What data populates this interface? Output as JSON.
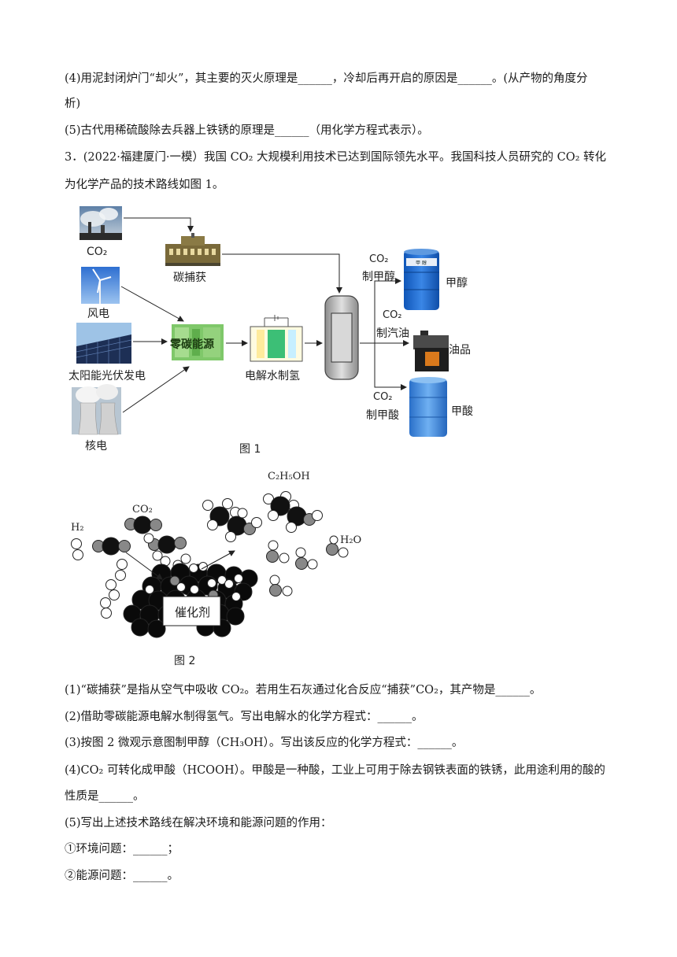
{
  "text": {
    "q4_line1": "(4)用泥封闭炉门“却火”，其主要的灭火原理是______，冷却后再开启的原因是______。(从产物的角度分",
    "q4_line2": "析)",
    "q5": "(5)古代用稀硫酸除去兵器上铁锈的原理是______（用化学方程式表示）。",
    "p3_line1": "3．(2022·福建厦门·一模）我国 CO₂ 大规模利用技术已达到国际领先水平。我国科技人员研究的 CO₂ 转化",
    "p3_line2": "为化学产品的技术路线如图 1。",
    "s1": "(1)“碳捕获”是指从空气中吸收 CO₂。若用生石灰通过化合反应“捕获”CO₂，其产物是______。",
    "s2": "(2)借助零碳能源电解水制得氢气。写出电解水的化学方程式：______。",
    "s3": "(3)按图 2 微观示意图制甲醇（CH₃OH）。写出该反应的化学方程式：______。",
    "s4_line1": "(4)CO₂ 可转化成甲酸（HCOOH）。甲酸是一种酸，工业上可用于除去钢铁表面的铁锈，此用途利用的酸的",
    "s4_line2": "性质是______。",
    "s5": "(5)写出上述技术路线在解决环境和能源问题的作用：",
    "s5a": "①环境问题：______；",
    "s5b": "②能源问题：______。"
  },
  "figure1": {
    "caption": "图 1",
    "co2": "CO₂",
    "capture": "碳捕获",
    "wind": "风电",
    "solar": "太阳能光伏发电",
    "nuclear": "核电",
    "zero_carbon": "零碳能源",
    "electrolysis": "电解水制氢",
    "route_methanol_1": "CO₂",
    "route_methanol_2": "制甲醇",
    "route_gasoline_1": "CO₂",
    "route_gasoline_2": "制汽油",
    "route_acid_1": "CO₂",
    "route_acid_2": "制甲酸",
    "methanol": "甲醇",
    "oil": "油品",
    "formic_acid": "甲酸",
    "drum_label_methanol": "甲  醇"
  },
  "figure2": {
    "caption": "图 2",
    "h2": "H₂",
    "co2": "CO₂",
    "ethanol": "C₂H₅OH",
    "water": "H₂O",
    "catalyst": "催化剂"
  }
}
